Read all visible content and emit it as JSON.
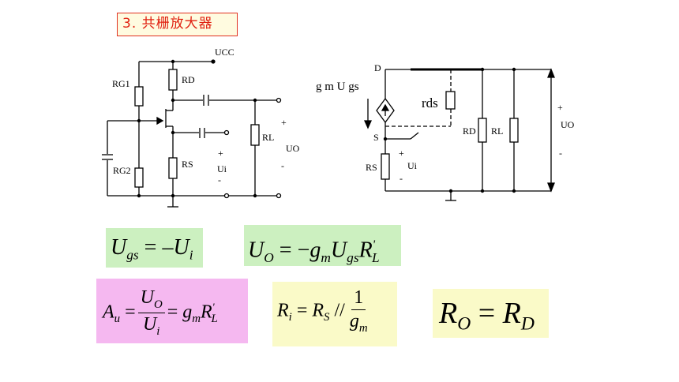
{
  "title": "3. 共栅放大器",
  "left_circuit": {
    "supply": "UCC",
    "rg1": "RG1",
    "rg2": "RG2",
    "rd": "RD",
    "rs": "RS",
    "rl": "RL",
    "ui": "Ui",
    "uo": "UO",
    "plus": "+",
    "minus": "-"
  },
  "right_circuit": {
    "node_d": "D",
    "node_s": "S",
    "source_label": "g m U gs",
    "rds": "rds",
    "rs": "RS",
    "rd": "RD",
    "rl": "RL",
    "ui": "Ui",
    "uo": "UO",
    "plus": "+",
    "minus": "-"
  },
  "formulas": {
    "ugs": "Ugs = −Ui",
    "uo": "UO = −gm Ugs R'L",
    "au": "Au = UO / Ui = gm R'L",
    "ri": "Ri = RS // 1/gm",
    "ro": "RO = RD"
  },
  "colors": {
    "title_border": "#e03020",
    "title_text": "#e02010",
    "green_box": "#ccf0c0",
    "pink_box": "#f5b8f0",
    "yellow_box": "#fafac8"
  }
}
